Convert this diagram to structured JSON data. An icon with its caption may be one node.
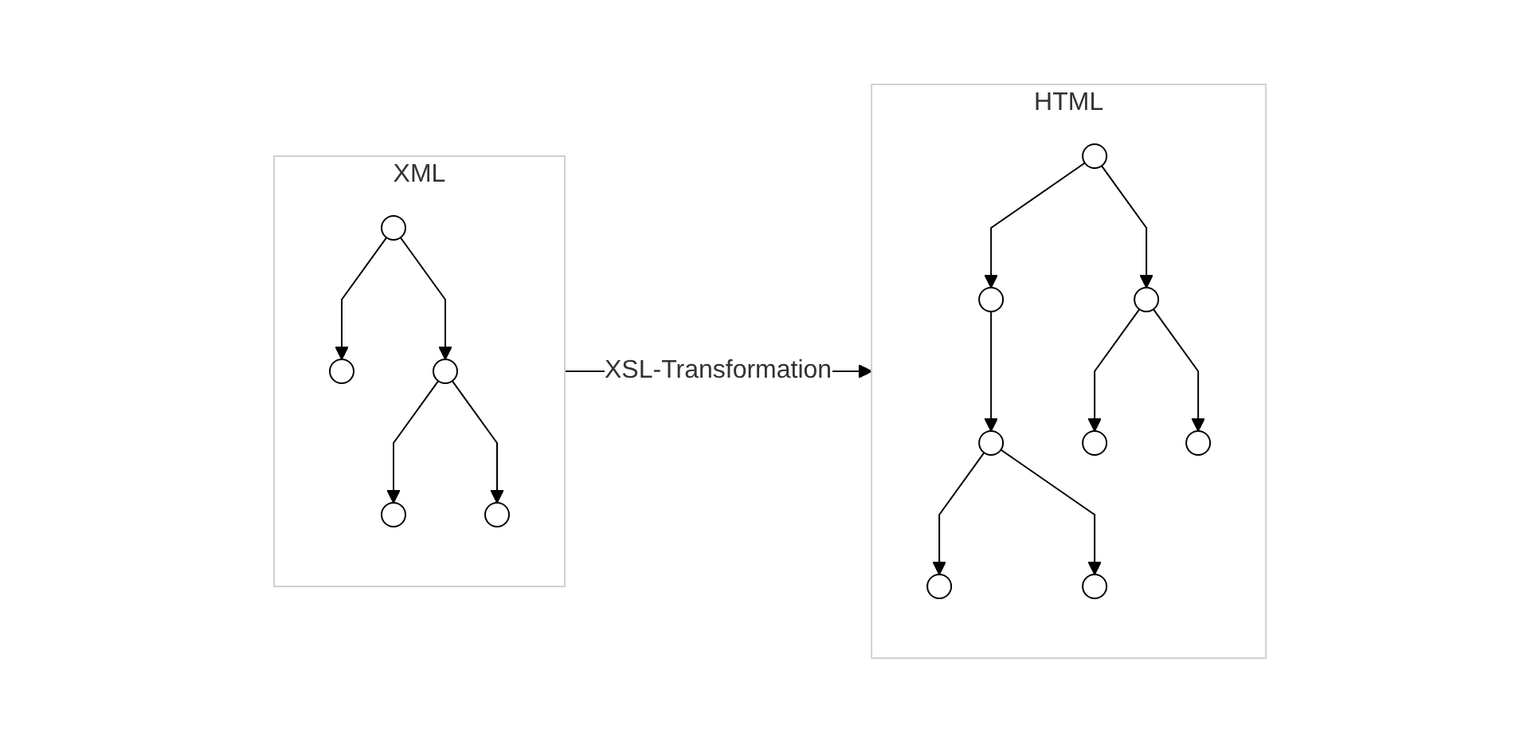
{
  "diagram": {
    "nodes": [
      {
        "text": [
          "XML"
        ]
      },
      {
        "text": [],
        "shape": "circle",
        "in": 0
      },
      {
        "text": [],
        "shape": "circle",
        "in": 0
      },
      {
        "text": [],
        "shape": "circle",
        "in": 0
      },
      {
        "text": [],
        "shape": "circle",
        "in": 0
      },
      {
        "text": [],
        "shape": "circle",
        "in": 0
      },
      {
        "text": [
          "HTML"
        ]
      },
      {
        "text": [],
        "shape": "circle",
        "in": 6
      },
      {
        "text": [],
        "shape": "circle",
        "in": 6
      },
      {
        "text": [],
        "shape": "circle",
        "in": 6
      },
      {
        "text": [],
        "shape": "circle",
        "in": 6
      },
      {
        "text": [],
        "shape": "circle",
        "in": 6
      },
      {
        "text": [],
        "shape": "circle",
        "in": 6
      },
      {
        "text": [],
        "shape": "circle",
        "in": 6
      },
      {
        "text": [],
        "shape": "circle",
        "in": 6
      }
    ],
    "edges": [
      {
        "from": 1,
        "to": 2,
        "arrow": "to"
      },
      {
        "from": 1,
        "to": 3,
        "arrow": "to"
      },
      {
        "from": 3,
        "to": 4,
        "arrow": "to"
      },
      {
        "from": 3,
        "to": 5,
        "arrow": "to"
      },
      {
        "from": 0,
        "to": 6,
        "arrow": "to",
        "label": "XSL-Transformation"
      },
      {
        "from": 7,
        "to": 8,
        "arrow": "to"
      },
      {
        "from": 7,
        "to": 9,
        "arrow": "to"
      },
      {
        "from": 8,
        "to": 10,
        "arrow": "to"
      },
      {
        "from": 10,
        "to": 11,
        "arrow": "to"
      },
      {
        "from": 10,
        "to": 12,
        "arrow": "to"
      },
      {
        "from": 9,
        "to": 13,
        "arrow": "to"
      },
      {
        "from": 9,
        "to": 14,
        "arrow": "to"
      }
    ]
  }
}
